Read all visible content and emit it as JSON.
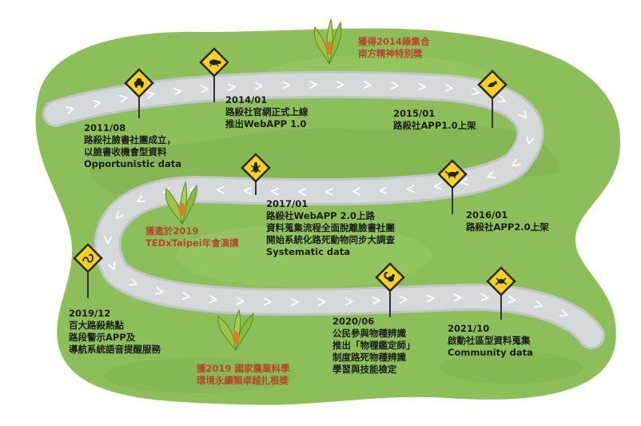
{
  "milestones": [
    {
      "id": "2011-08",
      "year": "2011/08",
      "lines": [
        "路殺社臉書社團成立，",
        "以臉書收機會型資料",
        "Opportunistic data"
      ],
      "icon": "car-sign-icon"
    },
    {
      "id": "2014-01",
      "year": "2014/01",
      "lines": [
        "路殺社官網正式上線",
        "推出WebAPP 1.0"
      ],
      "icon": "turtle-sign-icon"
    },
    {
      "id": "2015-01",
      "year": "2015/01",
      "lines": [
        "路殺社APP1.0上架"
      ],
      "icon": "bird-sign-icon"
    },
    {
      "id": "2016-01",
      "year": "2016/01",
      "lines": [
        "路殺社APP2.0上架"
      ],
      "icon": "mammal-sign-icon"
    },
    {
      "id": "2017-01",
      "year": "2017/01",
      "lines": [
        "路殺社WebAPP 2.0上路",
        "資料蒐集流程全面脫離臉書社團",
        "開始系統化路死動物同步大調查",
        "Systematic data"
      ],
      "icon": "beetle-sign-icon"
    },
    {
      "id": "2019-12",
      "year": "2019/12",
      "lines": [
        "百大路殺熱點",
        "路段警示APP及",
        "導航系統語音提醒服務"
      ],
      "icon": "snake-sign-icon"
    },
    {
      "id": "2020-06",
      "year": "2020/06",
      "lines": [
        "公民參與物種辨識",
        "推出「物種鑑定師」",
        "制度路死物種辨識",
        "學習與技能檢定"
      ],
      "icon": "squirrel-sign-icon"
    },
    {
      "id": "2021-10",
      "year": "2021/10",
      "lines": [
        "啟動社區型資料蒐集",
        "Community data"
      ],
      "icon": "frog-sign-icon"
    }
  ],
  "awards": [
    {
      "id": "award-2014",
      "lines": [
        "獲得2014綠集合",
        "南方精神特別獎"
      ]
    },
    {
      "id": "award-tedx",
      "lines": [
        "獲邀於2019",
        "TEDxTaipei年會演講"
      ]
    },
    {
      "id": "award-2019",
      "lines": [
        "獲2019 國家農業科學",
        "環境永續類卓越扎根獎"
      ]
    }
  ],
  "colors": {
    "grass": "#8cbf5a",
    "grass_dark": "#6fa645",
    "road": "#d3d6d6",
    "road_edge": "#c3c6c6",
    "road_arrow": "#ffffff",
    "sign_fill": "#f7d21c",
    "sign_border": "#2a2a2a",
    "text": "#1c1c1c",
    "award_text": "#b8452a",
    "plant": "#9dc447",
    "flower": "#e07a2c"
  }
}
